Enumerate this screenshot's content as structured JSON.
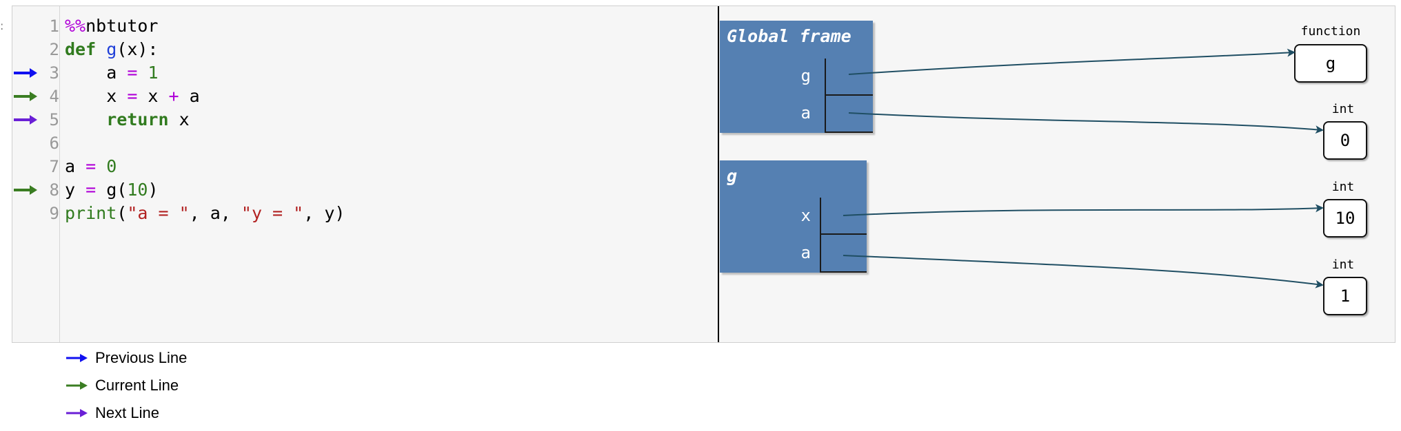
{
  "stray_char": ":",
  "code": {
    "lines": [
      {
        "num": "1",
        "tokens": [
          {
            "t": "%%",
            "c": "magic"
          },
          {
            "t": "nbtutor",
            "c": ""
          }
        ]
      },
      {
        "num": "2",
        "tokens": [
          {
            "t": "def",
            "c": "kw"
          },
          {
            "t": " ",
            "c": ""
          },
          {
            "t": "g",
            "c": "fn"
          },
          {
            "t": "(x):",
            "c": ""
          }
        ]
      },
      {
        "num": "3",
        "tokens": [
          {
            "t": "    a ",
            "c": ""
          },
          {
            "t": "=",
            "c": "op"
          },
          {
            "t": " ",
            "c": ""
          },
          {
            "t": "1",
            "c": "num"
          }
        ]
      },
      {
        "num": "4",
        "tokens": [
          {
            "t": "    x ",
            "c": ""
          },
          {
            "t": "=",
            "c": "op"
          },
          {
            "t": " x ",
            "c": ""
          },
          {
            "t": "+",
            "c": "op"
          },
          {
            "t": " a",
            "c": ""
          }
        ]
      },
      {
        "num": "5",
        "tokens": [
          {
            "t": "    ",
            "c": ""
          },
          {
            "t": "return",
            "c": "kw"
          },
          {
            "t": " x",
            "c": ""
          }
        ]
      },
      {
        "num": "6",
        "tokens": []
      },
      {
        "num": "7",
        "tokens": [
          {
            "t": "a ",
            "c": ""
          },
          {
            "t": "=",
            "c": "op"
          },
          {
            "t": " ",
            "c": ""
          },
          {
            "t": "0",
            "c": "num"
          }
        ]
      },
      {
        "num": "8",
        "tokens": [
          {
            "t": "y ",
            "c": ""
          },
          {
            "t": "=",
            "c": "op"
          },
          {
            "t": " g(",
            "c": ""
          },
          {
            "t": "10",
            "c": "num"
          },
          {
            "t": ")",
            "c": ""
          }
        ]
      },
      {
        "num": "9",
        "tokens": [
          {
            "t": "print",
            "c": "bi"
          },
          {
            "t": "(",
            "c": ""
          },
          {
            "t": "\"a = \"",
            "c": "str"
          },
          {
            "t": ", a, ",
            "c": ""
          },
          {
            "t": "\"y = \"",
            "c": "str"
          },
          {
            "t": ", y)",
            "c": ""
          }
        ]
      }
    ],
    "markers": [
      {
        "line": "3",
        "type": "previous"
      },
      {
        "line": "4",
        "type": "current"
      },
      {
        "line": "5",
        "type": "next"
      },
      {
        "line": "8",
        "type": "current"
      }
    ]
  },
  "colors": {
    "previous": "#1010f0",
    "current": "#3a7d22",
    "next": "#6a1fd6",
    "frame": "#5580b2",
    "pointer": "#1f4e63"
  },
  "frames": [
    {
      "title": "Global frame",
      "vars": [
        "g",
        "a"
      ]
    },
    {
      "title": "g",
      "vars": [
        "x",
        "a"
      ]
    }
  ],
  "objects": [
    {
      "type": "function",
      "value": "g"
    },
    {
      "type": "int",
      "value": "0"
    },
    {
      "type": "int",
      "value": "10"
    },
    {
      "type": "int",
      "value": "1"
    }
  ],
  "legend": [
    {
      "type": "previous",
      "label": "Previous Line"
    },
    {
      "type": "current",
      "label": "Current Line"
    },
    {
      "type": "next",
      "label": "Next Line"
    }
  ]
}
